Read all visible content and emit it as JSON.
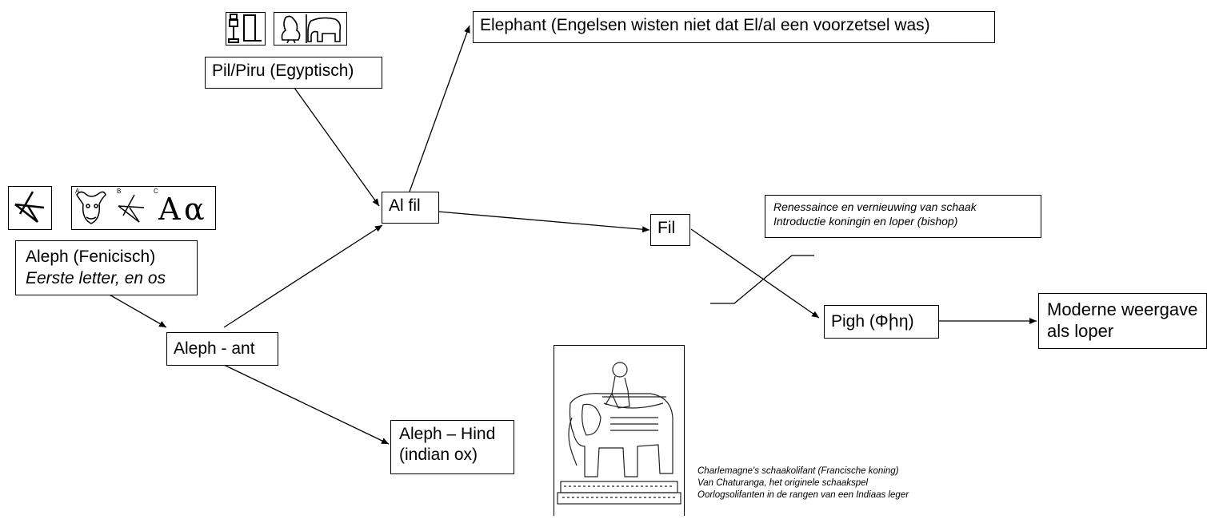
{
  "nodes": {
    "elephant": "Elephant (Engelsen wisten niet dat El/al een voorzetsel was)",
    "pilpiru": "Pil/Piru (Egyptisch)",
    "alfil": "Al fil",
    "fil": "Fil",
    "aleph_title": "Aleph (Fenicisch)",
    "aleph_sub": "Eerste letter, en os",
    "aleph_ant": "Aleph - ant",
    "aleph_hind_1": "Aleph – Hind",
    "aleph_hind_2": "(indian ox)",
    "pigh": "Pigh (Φիη)",
    "moderne_1": "Moderne weergave",
    "moderne_2": "als loper"
  },
  "notes": {
    "renaissance_1": "Renessaince en vernieuwing van schaak",
    "renaissance_2": "Introductie koningin en loper (bishop)",
    "charlemagne_1": "Charlemagne's schaakolifant (Francische koning)",
    "charlemagne_2": "Van Chaturanga, het originele schaakspel",
    "charlemagne_3": "Oorlogsolifanten in de rangen van een Indiaas leger"
  },
  "glyphs": {
    "aleph_symbol": "ⲭ",
    "letter_labels": [
      "A",
      "B",
      "C"
    ],
    "latin_A": "A",
    "greek_alpha": "α"
  }
}
